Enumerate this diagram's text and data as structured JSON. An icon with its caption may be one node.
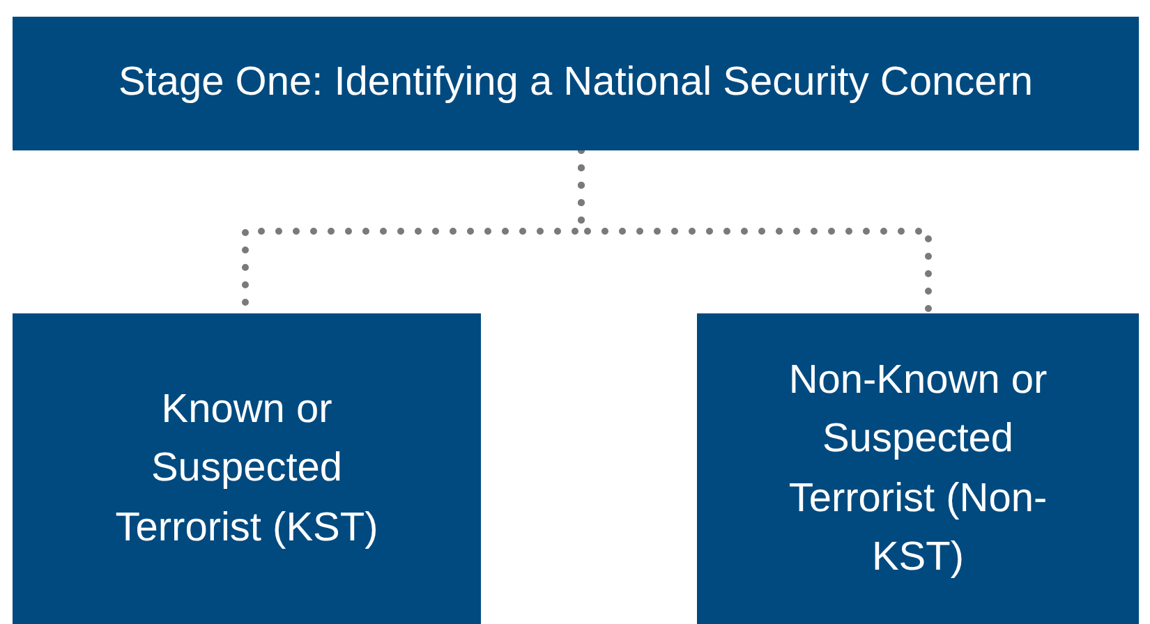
{
  "diagram": {
    "nodes": [
      {
        "text": [
          "Stage One: Identifying a National Security Concern"
        ]
      },
      {
        "text": [
          "Known or Suspected Terrorist (KST)"
        ]
      },
      {
        "text": [
          "Non-Known or Suspected Terrorist (Non-KST)"
        ]
      }
    ],
    "edges": [
      {
        "from": 0,
        "to": 1,
        "arrow": "none",
        "style": "dashed"
      },
      {
        "from": 0,
        "to": 2,
        "arrow": "none",
        "style": "dashed"
      }
    ]
  }
}
